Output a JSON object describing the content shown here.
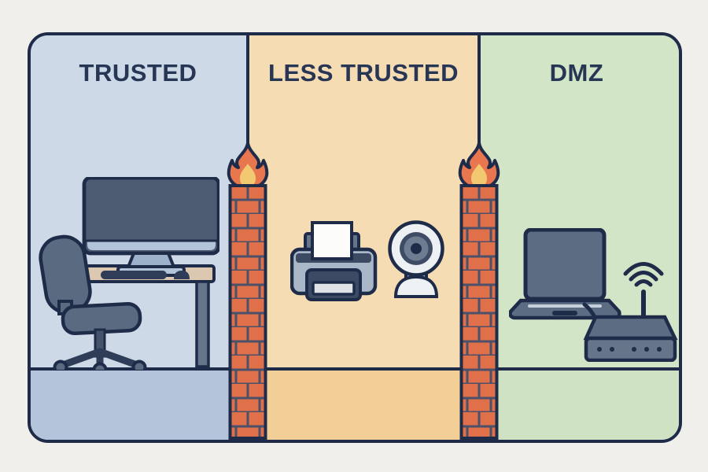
{
  "zones": [
    {
      "id": "trusted",
      "label": "TRUSTED",
      "background": "#cdd9e6",
      "floor": "#b4c4db",
      "devices": [
        "desktop-computer",
        "desk",
        "office-chair"
      ]
    },
    {
      "id": "less_trusted",
      "label": "LESS TRUSTED",
      "background": "#f6dcb2",
      "floor": "#f3cf98",
      "devices": [
        "printer",
        "webcam"
      ]
    },
    {
      "id": "dmz",
      "label": "DMZ",
      "background": "#d3e5c7",
      "floor": "#cfe2c3",
      "devices": [
        "laptop",
        "wifi-router"
      ]
    }
  ],
  "firewalls": [
    {
      "id": "firewall-1",
      "between": [
        "TRUSTED",
        "LESS TRUSTED"
      ]
    },
    {
      "id": "firewall-2",
      "between": [
        "LESS TRUSTED",
        "DMZ"
      ]
    }
  ],
  "colors": {
    "outline": "#1f2c49",
    "brick": "#e0704a",
    "mortar": "#4a5168",
    "flame_outer": "#e8764e",
    "flame_inner": "#f2c871",
    "canvas": "#f1efec",
    "label_text": "#273654"
  }
}
